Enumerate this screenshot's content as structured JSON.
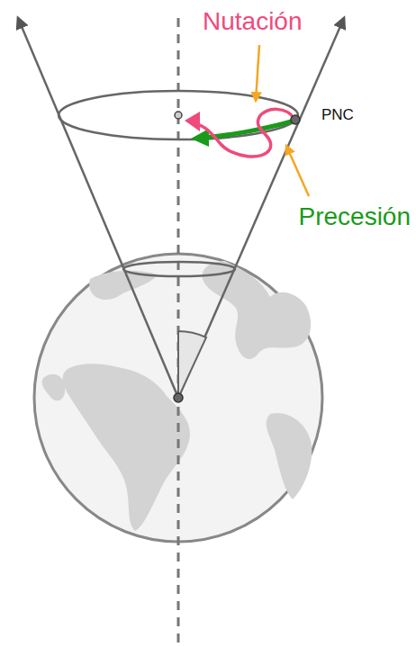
{
  "diagram": {
    "labels": [
      "Nutación",
      "PNC",
      "Precesión"
    ]
  }
}
